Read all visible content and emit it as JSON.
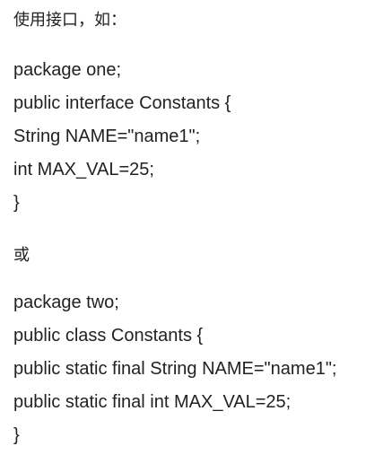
{
  "intro": "使用接口，如：",
  "block_one": [
    "package one;",
    "public interface Constants {",
    "String NAME=\"name1\";",
    "int MAX_VAL=25;",
    "}"
  ],
  "separator": "或",
  "block_two": [
    "package two;",
    "public class Constants {",
    "public static final String NAME=\"name1\";",
    "public static final int MAX_VAL=25;",
    "}"
  ]
}
